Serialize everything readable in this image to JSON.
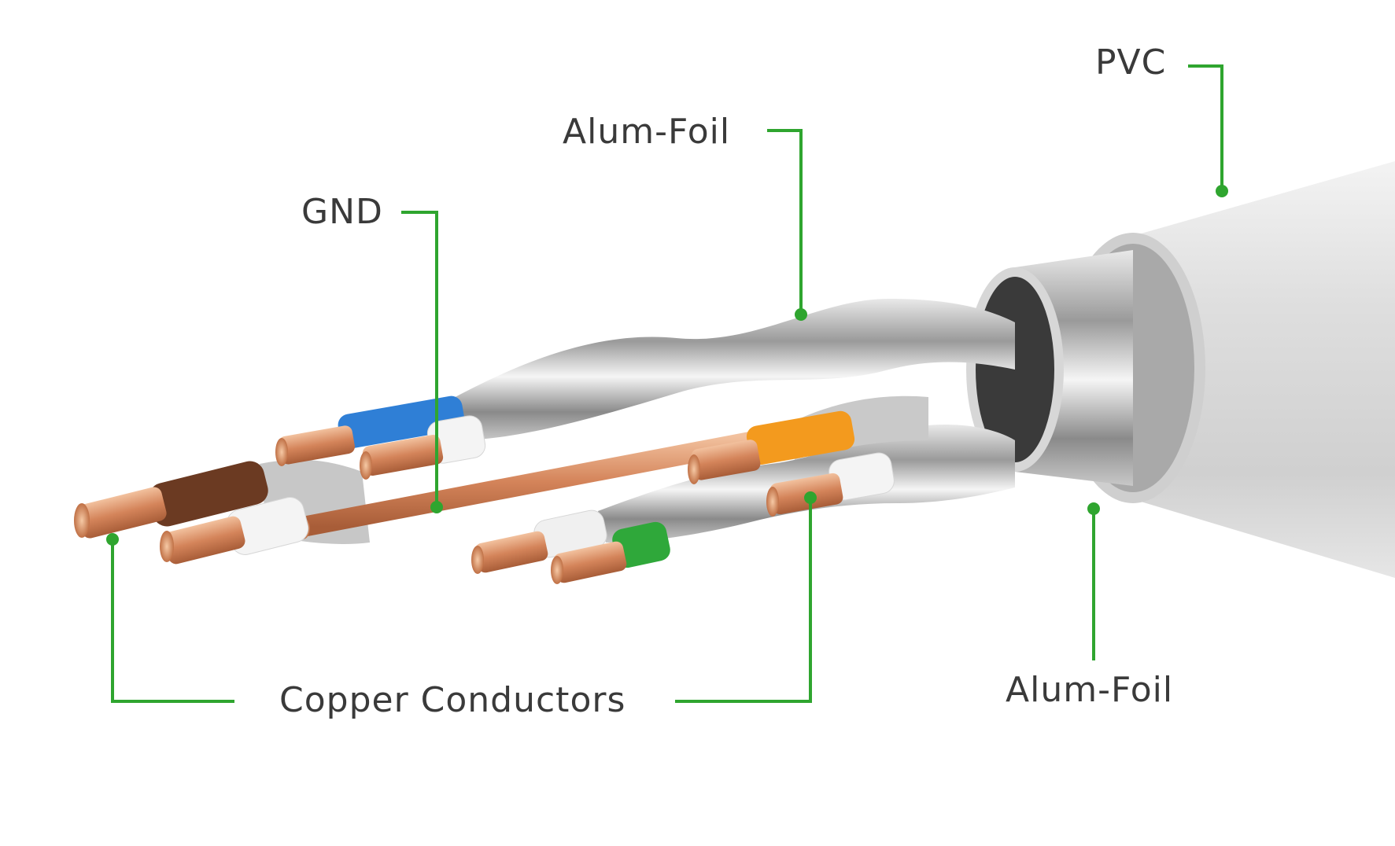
{
  "labels": {
    "pvc": "PVC",
    "alum_foil_top": "Alum-Foil",
    "gnd": "GND",
    "copper_conductors": "Copper Conductors",
    "alum_foil_bottom": "Alum-Foil"
  },
  "colors": {
    "leader_line": "#2fa52f",
    "label_text": "#3a3a3a",
    "pvc_jacket": "#e2e2e2",
    "foil": "#b9b9b9",
    "copper": "#d4845a",
    "insulation_brown": "#6b3a22",
    "insulation_blue": "#2f7fd6",
    "insulation_orange": "#f39a1e",
    "insulation_green": "#2fa83a",
    "insulation_white": "#f4f4f4"
  },
  "icons": {
    "illustration": "shielded-twisted-pair-cable-cutaway"
  }
}
